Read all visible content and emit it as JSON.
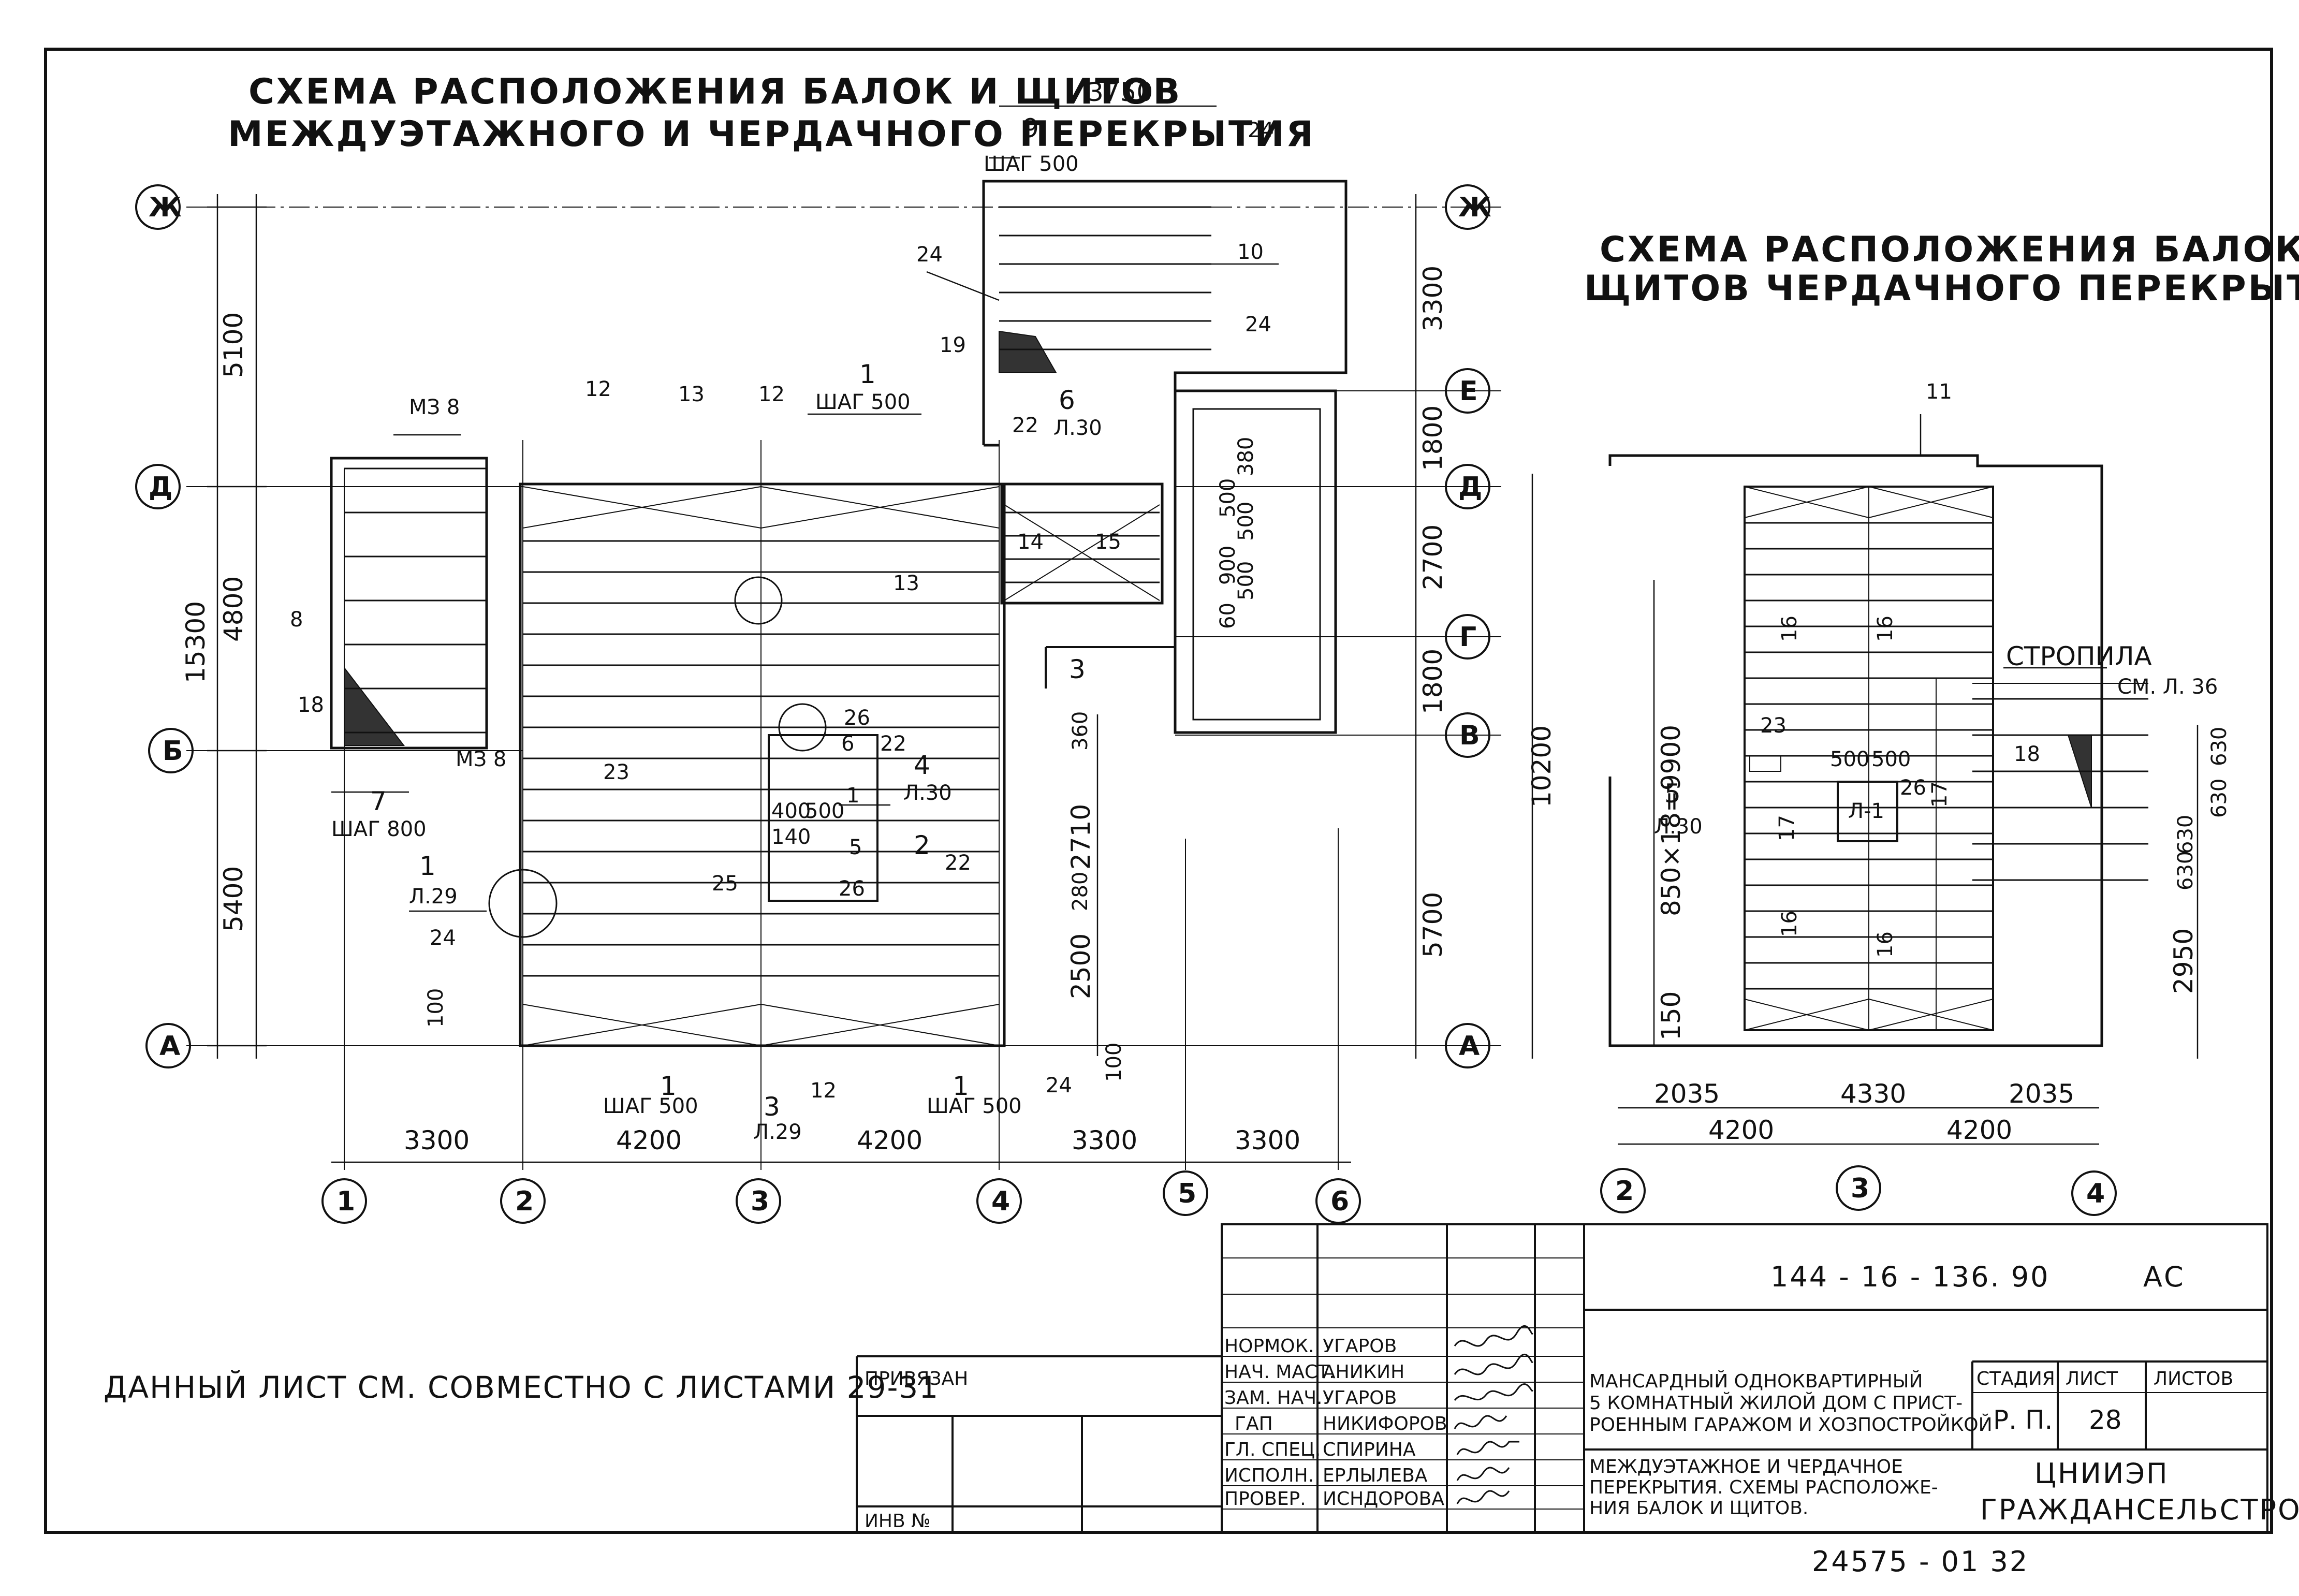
{
  "titles": {
    "main_line1": "СХЕМА  РАСПОЛОЖЕНИЯ БАЛОК И  ЩИТОВ",
    "main_line2": "МЕЖДУЭТАЖНОГО  И  ЧЕРДАЧНОГО ПЕРЕКРЫТИЯ",
    "attic_line1": "СХЕМА  РАСПОЛОЖЕНИЯ  БАЛОК И",
    "attic_line2": "ЩИТОВ ЧЕРДАЧНОГО  ПЕРЕКРЫТИЯ"
  },
  "note": "ДАННЫЙ ЛИСТ СМ. СОВМЕСТНО С ЛИСТАМИ 29-31",
  "axes_rows": [
    "Ж",
    "Е",
    "Д",
    "Г",
    "В",
    "Б",
    "А"
  ],
  "axes_cols": [
    "1",
    "2",
    "3",
    "4",
    "5",
    "6"
  ],
  "axes_cols_right": [
    "2",
    "3",
    "4"
  ],
  "dims_left": [
    "5100",
    "4800",
    "15300",
    "5400",
    "100"
  ],
  "dims_bottom": [
    "3300",
    "4200",
    "4200",
    "3300",
    "3300"
  ],
  "dims_right": [
    "3300",
    "1800",
    "2700",
    "1800",
    "5700"
  ],
  "dims_mid": [
    "3750",
    "360",
    "2710",
    "280",
    "2500",
    "100"
  ],
  "dims_attic_bottom": [
    "2035",
    "4330",
    "2035",
    "4200",
    "4200"
  ],
  "dims_attic_side": [
    "10200",
    "850×18=9900",
    "150",
    "2950",
    "630",
    "630",
    "630",
    "630"
  ],
  "dims_shaft": [
    "380",
    "500",
    "500",
    "900",
    "500",
    "60"
  ],
  "marks": {
    "m1": "1",
    "shag500": "ШАГ 500",
    "m7": "7",
    "shag800": "ШАГ 800",
    "m9": "9",
    "shag500b": "ШАГ 500",
    "m6": "6",
    "l30": "Л.30",
    "m3": "3",
    "l29": "Л.29",
    "m4": "4",
    "m5": "5",
    "m2": "2",
    "m8": "8",
    "m10": "10",
    "m11": "11",
    "m12": "12",
    "m13": "13",
    "m14": "14",
    "m15": "15",
    "m16": "16",
    "m17": "17",
    "m18": "18",
    "m19": "19",
    "m22": "22",
    "m23": "23",
    "m24": "24",
    "m25": "25",
    "m26": "26",
    "mz8": "МЗ 8",
    "l1": "Л-1",
    "stropila": "СТРОПИЛА",
    "stropila_ref": "СМ. Л. 36",
    "d500": "500",
    "d400": "400",
    "d140": "140"
  },
  "stamp": {
    "code": "144 - 16 - 136. 90",
    "code_suffix": "АС",
    "privyazan": "ПРИВЯЗАН",
    "inv": "ИНВ №",
    "roles": [
      "НОРМОК.",
      "НАЧ. МАСТ.",
      "ЗАМ. НАЧ.",
      "ГАП",
      "ГЛ. СПЕЦ.",
      "ИСПОЛН.",
      "ПРОВЕР."
    ],
    "names": [
      "УГАРОВ",
      "АНИКИН",
      "УГАРОВ",
      "НИКИФОРОВ",
      "СПИРИНА",
      "ЕРЛЫЛЕВА",
      "ИСНДОРОВА"
    ],
    "project_lines": [
      "МАНСАРДНЫЙ  ОДНОКВАРТИРНЫЙ",
      "5 КОМНАТНЫЙ ЖИЛОЙ ДОМ С ПРИСТ-",
      "РОЕННЫМ ГАРАЖОМ И ХОЗПОСТРОЙКОЙ"
    ],
    "sheet_lines": [
      "МЕЖДУЭТАЖНОЕ И ЧЕРДАЧНОЕ",
      "ПЕРЕКРЫТИЯ. СХЕМЫ РАСПОЛОЖЕ-",
      "НИЯ БАЛОК И ЩИТОВ."
    ],
    "stadia_label": "СТАДИЯ",
    "list_label": "ЛИСТ",
    "listov_label": "ЛИСТОВ",
    "stadia": "Р. П.",
    "list": "28",
    "listov": "",
    "org_line1": "ЦНИИЭП",
    "org_line2": "ГРАЖДАНСЕЛЬСТРОЙ"
  },
  "archive_no": "24575 - 01   32"
}
